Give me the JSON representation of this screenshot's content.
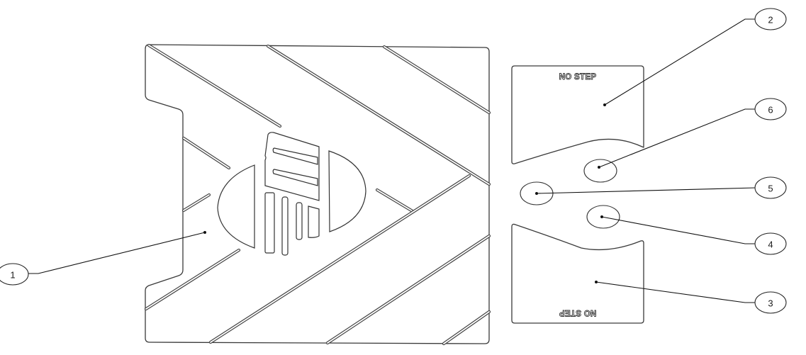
{
  "diagram": {
    "type": "exploded parts callout drawing",
    "parts": [
      {
        "id": "1",
        "label": "1",
        "description": "main floor plate with diagonal grooves and logo"
      },
      {
        "id": "2",
        "label": "2",
        "description": "upper NO STEP panel"
      },
      {
        "id": "3",
        "label": "3",
        "description": "lower NO STEP panel (text inverted)"
      },
      {
        "id": "4",
        "label": "4",
        "description": "lower circular insert"
      },
      {
        "id": "5",
        "label": "5",
        "description": "middle circular insert"
      },
      {
        "id": "6",
        "label": "6",
        "description": "upper circular insert"
      }
    ],
    "panel_upper_text": "NO STEP",
    "panel_lower_text": "NO STEP"
  },
  "callouts": {
    "c1": "1",
    "c2": "2",
    "c3": "3",
    "c4": "4",
    "c5": "5",
    "c6": "6"
  },
  "colors": {
    "line": "#333333",
    "background": "#ffffff"
  }
}
